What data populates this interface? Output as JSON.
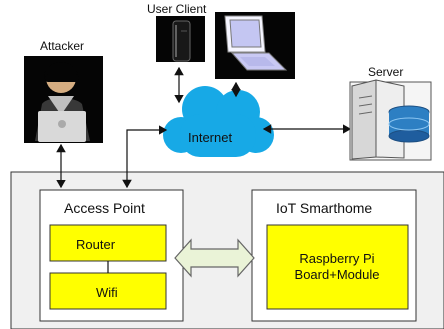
{
  "diagram": {
    "nodes": {
      "user_client": {
        "label": "User Client"
      },
      "attacker": {
        "label": "Attacker"
      },
      "server": {
        "label": "Server"
      },
      "internet": {
        "label": "Internet"
      },
      "access_point": {
        "label": "Access Point"
      },
      "iot_smarthome": {
        "label": "IoT Smarthome"
      },
      "router": {
        "label": "Router"
      },
      "wifi": {
        "label": "Wifi"
      },
      "raspberry_pi": {
        "label": "Raspberry Pi Board+Module"
      }
    },
    "colors": {
      "module_fill": "#ffff00",
      "cloud_fill": "#17a9e6",
      "system_background": "#f0f0f0",
      "arrow_fill": "#eaf3d7"
    }
  }
}
